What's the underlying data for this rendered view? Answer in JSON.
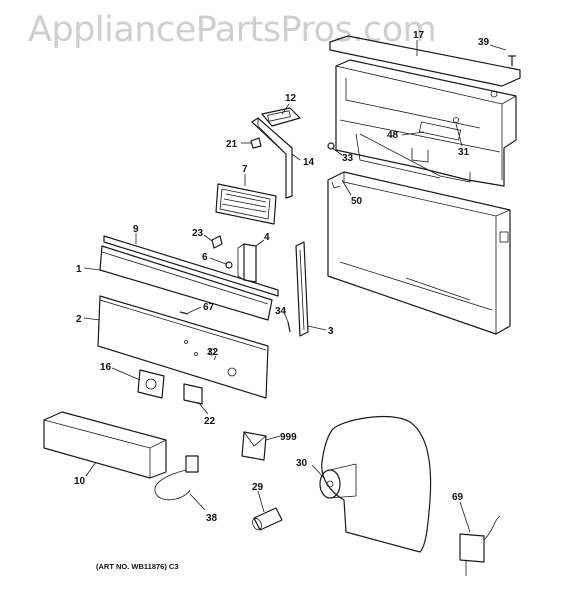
{
  "watermark": "AppliancePartsPros.com",
  "art_number": "(ART NO. WB11876) C3",
  "callouts": {
    "c17": "17",
    "c39": "39",
    "c12": "12",
    "c48": "48",
    "c31": "31",
    "c21": "21",
    "c14": "14",
    "c33": "33",
    "c7": "7",
    "c50": "50",
    "c9": "9",
    "c23": "23",
    "c4": "4",
    "c6": "6",
    "c1": "1",
    "c67": "67",
    "c34": "34",
    "c3": "3",
    "c2": "2",
    "c32": "32",
    "c16": "16",
    "c22": "22",
    "c999": "999",
    "c30": "30",
    "c10": "10",
    "c29": "29",
    "c69": "69",
    "c38": "38"
  }
}
